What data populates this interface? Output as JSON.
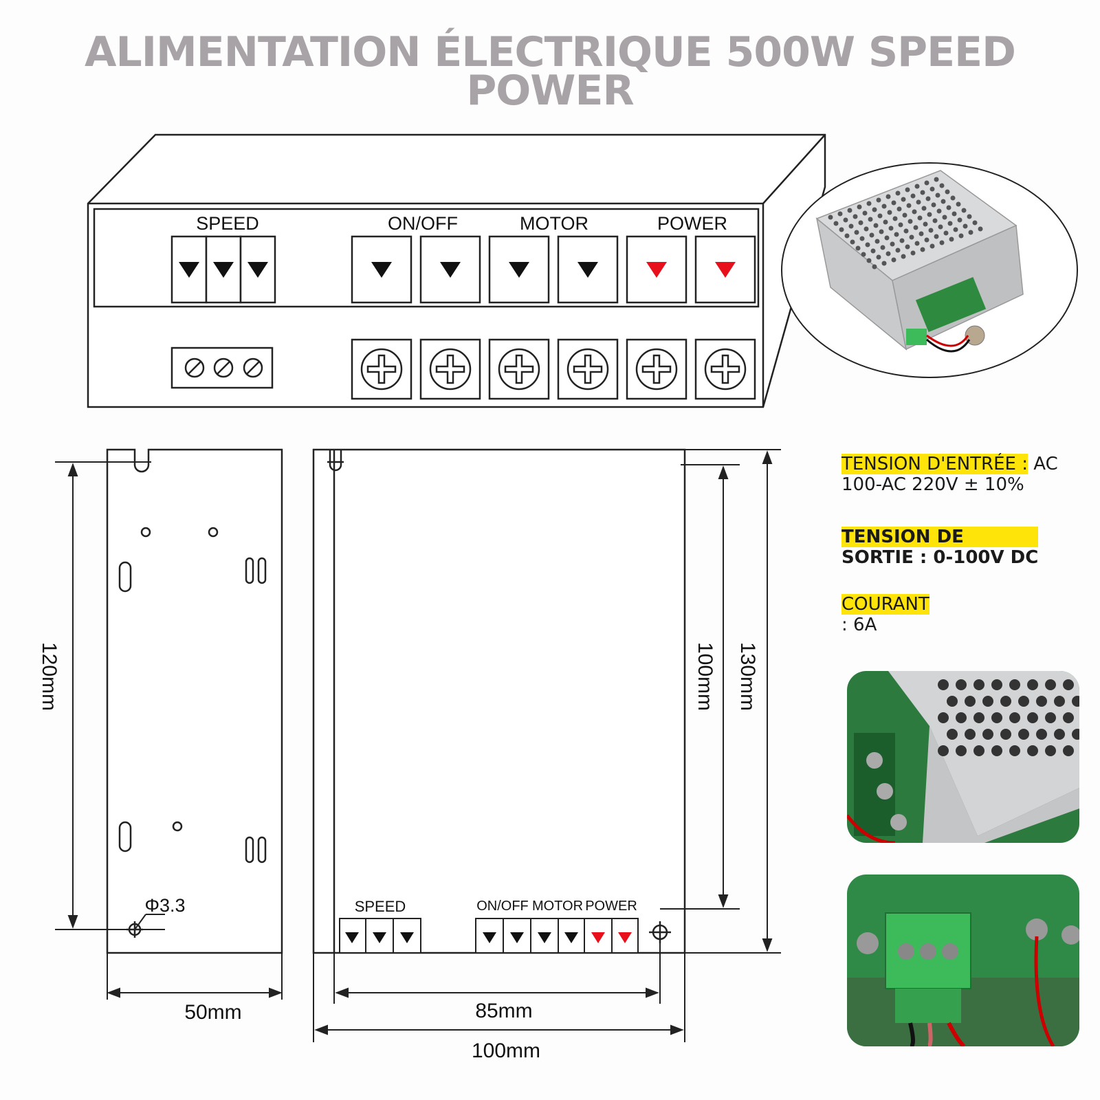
{
  "title": {
    "line1": "ALIMENTATION ÉLECTRIQUE 500W SPEED",
    "line2": "POWER"
  },
  "panel_labels": {
    "speed": "SPEED",
    "onoff": "ON/OFF",
    "motor": "MOTOR",
    "power": "POWER"
  },
  "dimensions": {
    "side_height": "120mm",
    "side_width": "50mm",
    "hole": "Φ3.3",
    "mount_height": "100mm",
    "total_height": "130mm",
    "mount_width": "85mm",
    "total_width": "100mm"
  },
  "specs": {
    "input_label": "TENSION D'ENTRÉE :",
    "input_value_a": "AC",
    "input_value_b": "100-AC 220V ± 10%",
    "output_label": "TENSION DE",
    "output_value": "SORTIE : 0-100V DC",
    "current_label": "COURANT",
    "current_value": ": 6A"
  },
  "colors": {
    "highlight": "#ffe40a",
    "title": "#a8a3a6",
    "power_arrow": "#e8101a",
    "line": "#222222"
  }
}
